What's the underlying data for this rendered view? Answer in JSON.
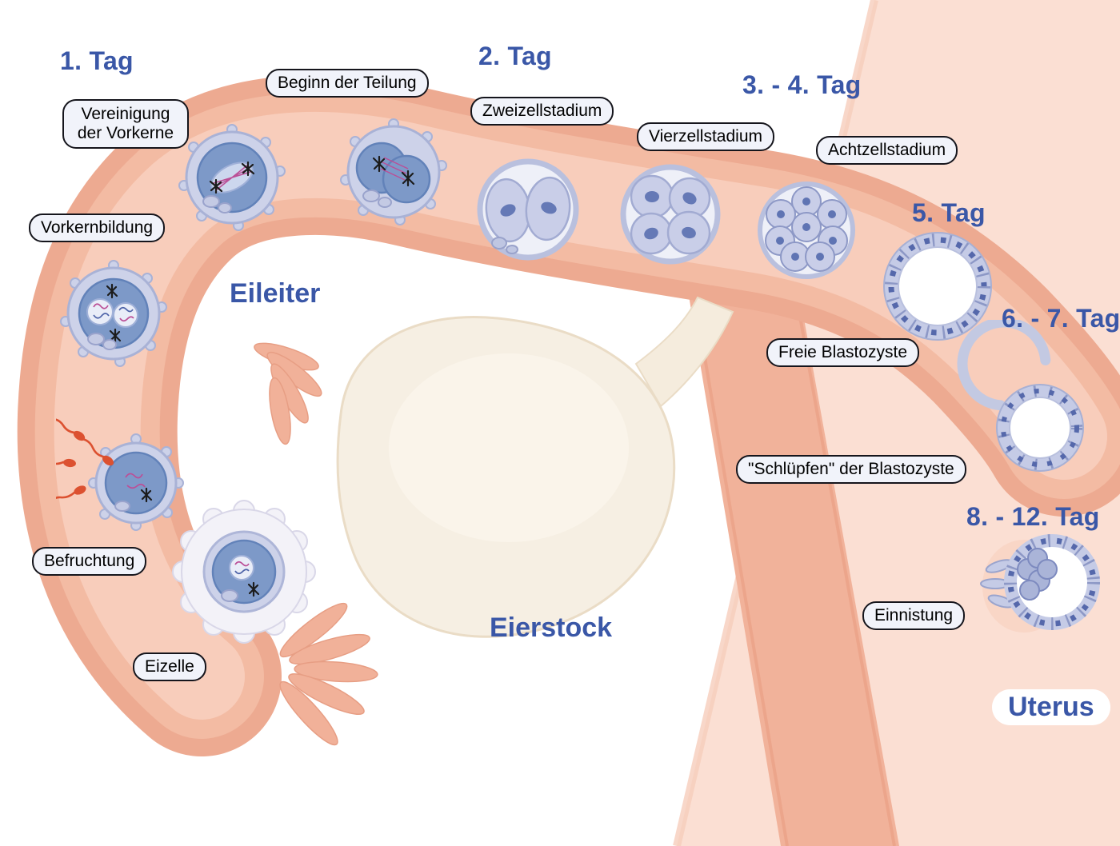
{
  "diagram": {
    "day_headers": {
      "day1": "1. Tag",
      "day2": "2. Tag",
      "day3_4": "3. - 4. Tag",
      "day5": "5. Tag",
      "day6_7": "6. - 7. Tag",
      "day8_12": "8. - 12. Tag"
    },
    "stage_labels": {
      "vereinigung_der_vorkerne": "Vereinigung der Vorkerne",
      "beginn_der_teilung": "Beginn der Teilung",
      "zweizellstadium": "Zweizellstadium",
      "vierzellstadium": "Vierzellstadium",
      "achtzellstadium": "Achtzellstadium",
      "vorkernbildung": "Vorkernbildung",
      "freie_blastozyste": "Freie Blastozyste",
      "schluepfen_der_blastozyste": "\"Schlüpfen\" der Blastozyste",
      "befruchtung": "Befruchtung",
      "eizelle": "Eizelle",
      "einnistung": "Einnistung"
    },
    "anatomy_labels": {
      "eileiter": "Eileiter",
      "eierstock": "Eierstock",
      "uterus": "Uterus"
    },
    "colors": {
      "day_heading_text": "#3a57a7",
      "label_background": "#f1f3fa",
      "label_border": "#15151c",
      "tube_salmon": "#edaa91",
      "tube_wall": "#f3bba3",
      "tube_lumen": "#f8cdbb",
      "uterus_wall_pale": "#fbdfd3",
      "uterus_band_salmon": "#f1b29a",
      "cell_cytoplasm_blue": "#7d99c8",
      "cell_lavender": "#c9cee8",
      "zona_lavender": "#cdd2e9",
      "trophoblast_border": "#8d98c6",
      "nucleus_blue": "#5568ab",
      "ovary_cream": "#f6efe3",
      "sperm_red": "#dc5130",
      "chromosome_black": "#1c1c1c",
      "spindle_pink": "#bb4f97"
    }
  }
}
